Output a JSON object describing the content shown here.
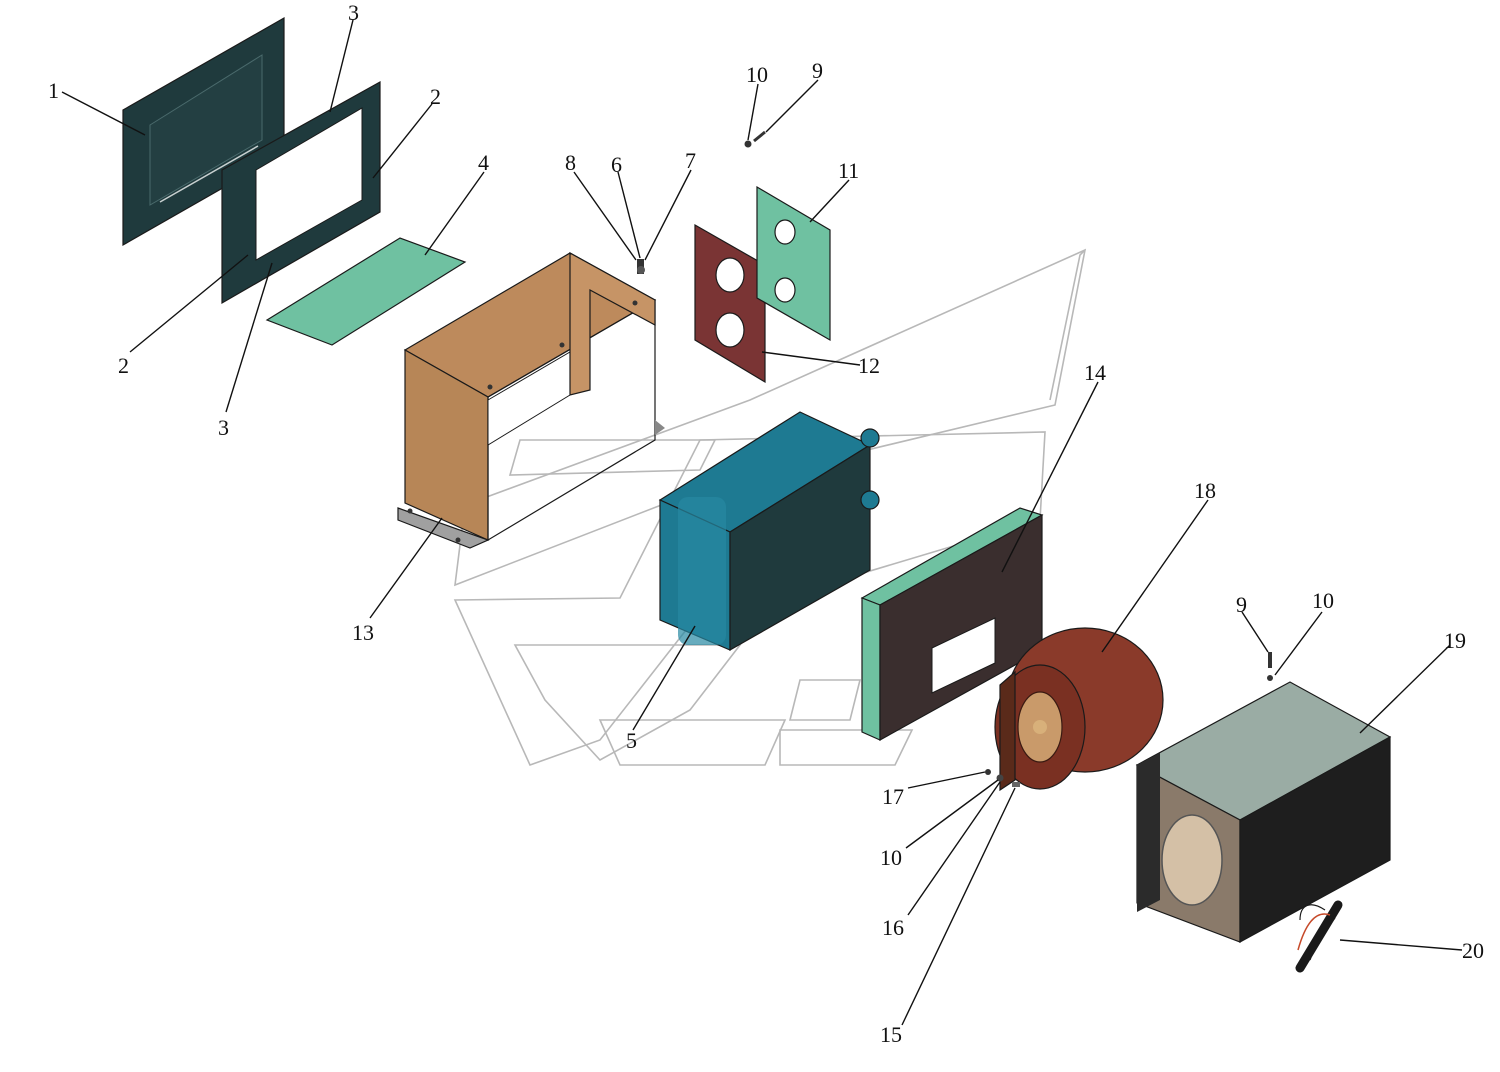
{
  "diagram": {
    "callouts": [
      {
        "id": "c1",
        "text": "1"
      },
      {
        "id": "c3a",
        "text": "3"
      },
      {
        "id": "c2a",
        "text": "2"
      },
      {
        "id": "c2b",
        "text": "2"
      },
      {
        "id": "c3b",
        "text": "3"
      },
      {
        "id": "c4",
        "text": "4"
      },
      {
        "id": "c8",
        "text": "8"
      },
      {
        "id": "c6",
        "text": "6"
      },
      {
        "id": "c7",
        "text": "7"
      },
      {
        "id": "c10a",
        "text": "10"
      },
      {
        "id": "c9a",
        "text": "9"
      },
      {
        "id": "c11",
        "text": "11"
      },
      {
        "id": "c12",
        "text": "12"
      },
      {
        "id": "c13",
        "text": "13"
      },
      {
        "id": "c14",
        "text": "14"
      },
      {
        "id": "c5",
        "text": "5"
      },
      {
        "id": "c18",
        "text": "18"
      },
      {
        "id": "c9b",
        "text": "9"
      },
      {
        "id": "c10b",
        "text": "10"
      },
      {
        "id": "c19",
        "text": "19"
      },
      {
        "id": "c17",
        "text": "17"
      },
      {
        "id": "c10c",
        "text": "10"
      },
      {
        "id": "c16",
        "text": "16"
      },
      {
        "id": "c15",
        "text": "15"
      },
      {
        "id": "c20",
        "text": "20"
      }
    ],
    "colors": {
      "dark_panel": "#1f3a3d",
      "teal_gasket": "#6fc1a1",
      "tan_housing": "#bd8a5c",
      "brown_plate": "#7a3434",
      "blue_heater": "#1e7a92",
      "red_fan": "#8a3a2a",
      "grey_cover": "#9aaca4"
    }
  }
}
